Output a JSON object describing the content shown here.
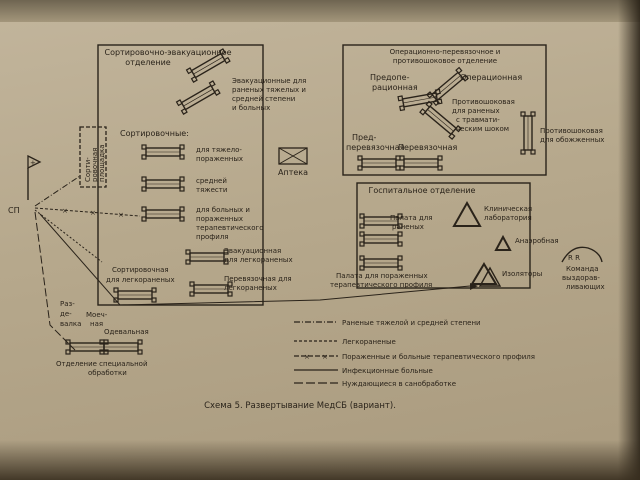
{
  "diagram": {
    "caption": "Схема 5. Развертывание МедСБ (вариант).",
    "sp_label": "СП",
    "sorting_dept": {
      "title_line1": "Сортировочно-эвакуационное",
      "title_line2": "отделение",
      "evac_severe": [
        "Эвакуационные для",
        "раненых тяжелых и",
        "средней степени",
        "и больных"
      ],
      "sorting_label": "Сортировочные:",
      "sorting_yard": [
        "Сорти-",
        "ровочная",
        "площадка"
      ],
      "sort_heavy": [
        "для тяжело-",
        "пораженных"
      ],
      "sort_medium": [
        "средней",
        "тяжести"
      ],
      "sort_therapeutic": [
        "для больных и",
        "пораженных",
        "терапевтического",
        "профиля"
      ],
      "evac_light": [
        "Эвакуационная",
        "для легкораненых"
      ],
      "sort_light": [
        "Сортировочная",
        "для легкораненых"
      ],
      "dressing_light": [
        "Перевязочная для",
        "легкораненых"
      ]
    },
    "pharmacy_label": "Аптека",
    "operating_dept": {
      "title_line1": "Операционно-перевязочное и",
      "title_line2": "противошоковое отделение",
      "preop": [
        "Предопе-",
        "рационная"
      ],
      "operating": "Операционная",
      "antishock_trauma": [
        "Противошоковая",
        "для раненых",
        "с травмати-",
        "ческим шоком"
      ],
      "antishock_burn": [
        "Противошоковая",
        "для обожженных"
      ],
      "predressing": [
        "Пред-",
        "перевязочная"
      ],
      "dressing": "Перевязочная"
    },
    "hospital_dept": {
      "title": "Госпитальное отделение",
      "ward_wounded": [
        "Палата для",
        "раненых"
      ],
      "clinical_lab": [
        "Клиническая",
        "лаборатория"
      ],
      "anaerobic": "Анаэробная",
      "ward_therapeutic": [
        "Палата для пораженных",
        "терапевтического профиля"
      ],
      "isolation": "Изоляторы"
    },
    "recovery_team": [
      "Команда",
      "выздорав-",
      "ливающих"
    ],
    "special_treatment": {
      "undressing": [
        "Раз-",
        "де-",
        "валка"
      ],
      "washing": [
        "Моеч-",
        "ная"
      ],
      "dressing_room": "Одевальная",
      "dept_label": [
        "Отделение специальной",
        "обработки"
      ]
    },
    "legend": [
      {
        "style": "dash-dot",
        "label": "Раненые тяжелой и средней степени"
      },
      {
        "style": "dashed",
        "label": "Легкораненые"
      },
      {
        "style": "cross",
        "label": "Пораженные и больные терапевтического профиля"
      },
      {
        "style": "solid",
        "label": "Инфекционные больные"
      },
      {
        "style": "long-dash",
        "label": "Нуждающиеся в санобработке"
      }
    ]
  }
}
